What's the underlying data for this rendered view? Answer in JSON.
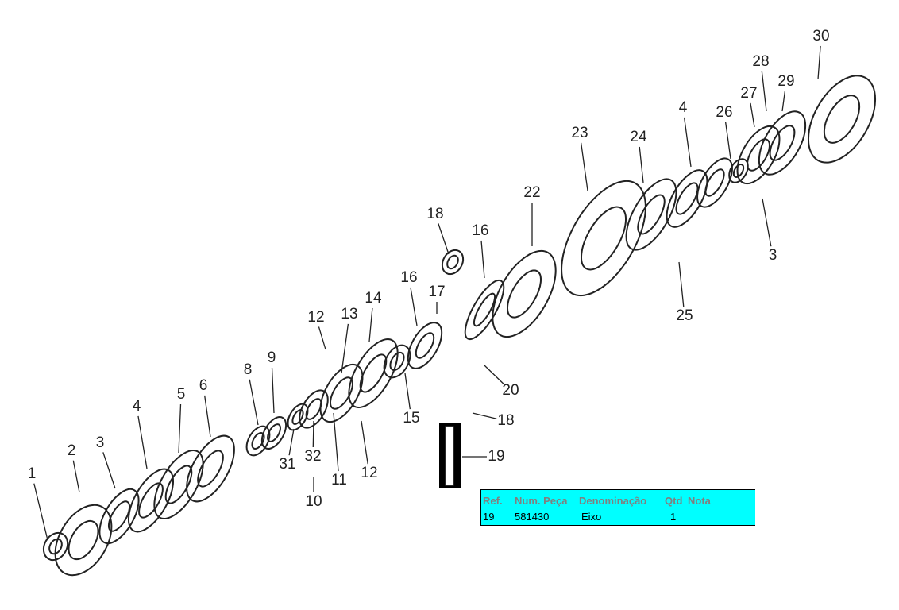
{
  "callouts": [
    "1",
    "2",
    "3",
    "4",
    "5",
    "6",
    "8",
    "9",
    "31",
    "32",
    "11",
    "10",
    "12",
    "12",
    "13",
    "14",
    "16",
    "17",
    "15",
    "18",
    "16",
    "22",
    "23",
    "24",
    "4",
    "26",
    "27",
    "28",
    "29",
    "30",
    "3",
    "25",
    "20",
    "18",
    "19"
  ],
  "parts_table": {
    "headers": {
      "ref": "Ref.",
      "part_number": "Num. Peça",
      "name": "Denominação",
      "qty": "Qtd",
      "note": "Nota"
    },
    "rows": [
      {
        "ref": "19",
        "part_number": "581430",
        "name": "Eixo",
        "qty": "1",
        "note": ""
      }
    ]
  },
  "colors": {
    "table_bg": "#00ffff",
    "header_text": "#808080"
  }
}
